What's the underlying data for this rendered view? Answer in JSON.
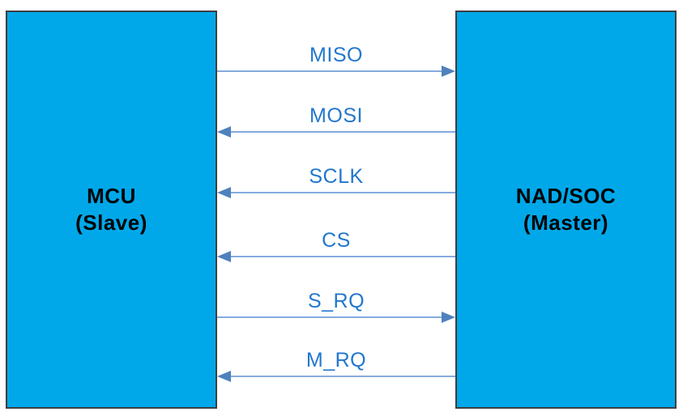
{
  "diagram": {
    "left_box": {
      "title": "MCU",
      "subtitle": "(Slave)"
    },
    "right_box": {
      "title": "NAD/SOC",
      "subtitle": "(Master)"
    },
    "signals": [
      {
        "label": "MISO",
        "direction": "right"
      },
      {
        "label": "MOSI",
        "direction": "left"
      },
      {
        "label": "SCLK",
        "direction": "left"
      },
      {
        "label": "CS",
        "direction": "left"
      },
      {
        "label": "S_RQ",
        "direction": "right"
      },
      {
        "label": "M_RQ",
        "direction": "left"
      }
    ],
    "colors": {
      "box_fill": "#00A8EA",
      "box_border": "#3e3e40",
      "box_text": "#000000",
      "arrow_line": "#85ABDE",
      "arrow_head": "#4F81BD",
      "signal_label_text": "#2177CE",
      "background": "#FFFFFF"
    }
  }
}
